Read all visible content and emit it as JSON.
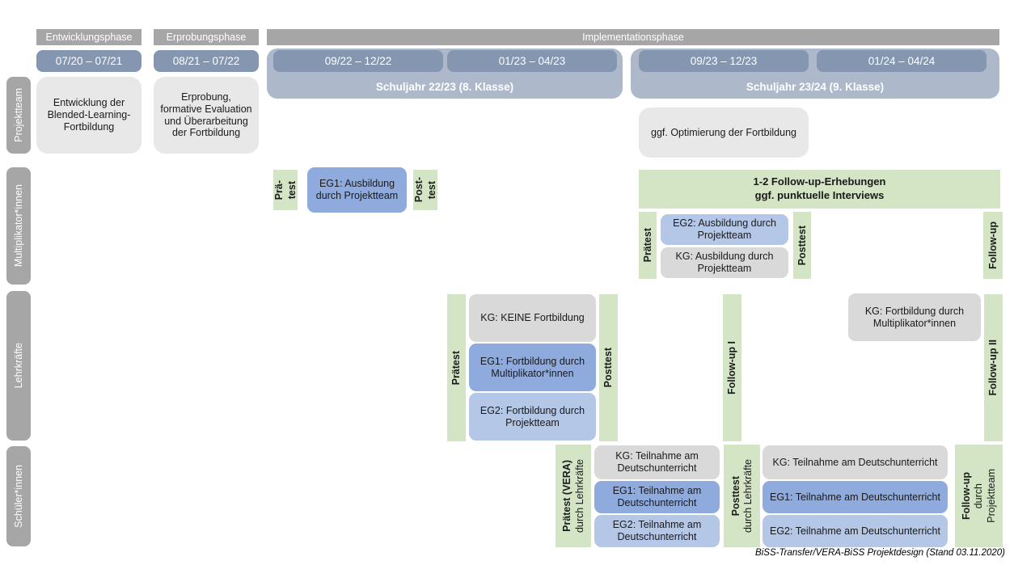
{
  "phases": {
    "entwicklung": "Entwicklungsphase",
    "erprobung": "Erprobungsphase",
    "implementation": "Implementationsphase"
  },
  "dates": {
    "d1": "07/20 – 07/21",
    "d2": "08/21 – 07/22",
    "d3": "09/22 – 12/22",
    "d4": "01/23 – 04/23",
    "d5": "09/23 – 12/23",
    "d6": "01/24 – 04/24"
  },
  "school_years": {
    "sy1": "Schuljahr 22/23 (8. Klasse)",
    "sy2": "Schuljahr 23/24 (9. Klasse)"
  },
  "row_labels": {
    "projektteam": "Projektteam",
    "multiplikatoren": "Multiplikator*innen",
    "lehrkraefte": "Lehrkräfte",
    "schueler": "Schüler*innen"
  },
  "projektteam_row": {
    "entwicklung_box": "Entwicklung der Blended-Learning-Fortbildung",
    "erprobung_box": "Erprobung, formative Evaluation und Überarbeitung der Fortbildung",
    "optimierung_box": "ggf. Optimierung der Fortbildung"
  },
  "multiplikatoren_row": {
    "praetest1_l1": "Prä-",
    "praetest1_l2": "test",
    "eg1": "EG1: Ausbildung durch Projektteam",
    "posttest1_l1": "Post-",
    "posttest1_l2": "test",
    "followup_box_l1": "1-2 Follow-up-Erhebungen",
    "followup_box_l2": "ggf. punktuelle Interviews",
    "praetest2": "Prätest",
    "eg2": "EG2: Ausbildung durch Projektteam",
    "kg": "KG: Ausbildung durch Projektteam",
    "posttest2": "Posttest",
    "followup": "Follow-up"
  },
  "lehrkraefte_row": {
    "praetest": "Prätest",
    "kg": "KG: KEINE Fortbildung",
    "eg1": "EG1: Fortbildung durch Multiplikator*innen",
    "eg2": "EG2: Fortbildung durch Projektteam",
    "posttest": "Posttest",
    "followup1": "Follow-up I",
    "kg2": "KG: Fortbildung durch Multiplikator*innen",
    "followup2": "Follow-up II"
  },
  "schueler_row": {
    "praetest_l1": "Prätest (VERA)",
    "praetest_l2": "durch  Lehrkräfte",
    "kg1": "KG: Teilnahme am Deutschunterricht",
    "eg1a": "EG1: Teilnahme am Deutschunterricht",
    "eg2a": "EG2: Teilnahme am Deutschunterricht",
    "posttest_l1": "Posttest",
    "posttest_l2": "durch  Lehrkräfte",
    "kg2": "KG: Teilnahme am Deutschunterricht",
    "eg1b": "EG1: Teilnahme am Deutschunterricht",
    "eg2b": "EG2: Teilnahme am Deutschunterricht",
    "followup_l1": "Follow-up",
    "followup_l2": "durch",
    "followup_l3": "Projektteam"
  },
  "caption": "BiSS-Transfer/VERA-BiSS Projektdesign (Stand 03.11.2020)",
  "colors": {
    "header_gray": "#a6a6a6",
    "date_blue": "#8496b0",
    "year_bar": "#adb9ca",
    "green": "#d4e5c6",
    "blue_medium": "#8faadc",
    "blue_light": "#b4c7e7",
    "gray_box": "#d9d9d9",
    "light_gray_box": "#e9e8e8"
  }
}
